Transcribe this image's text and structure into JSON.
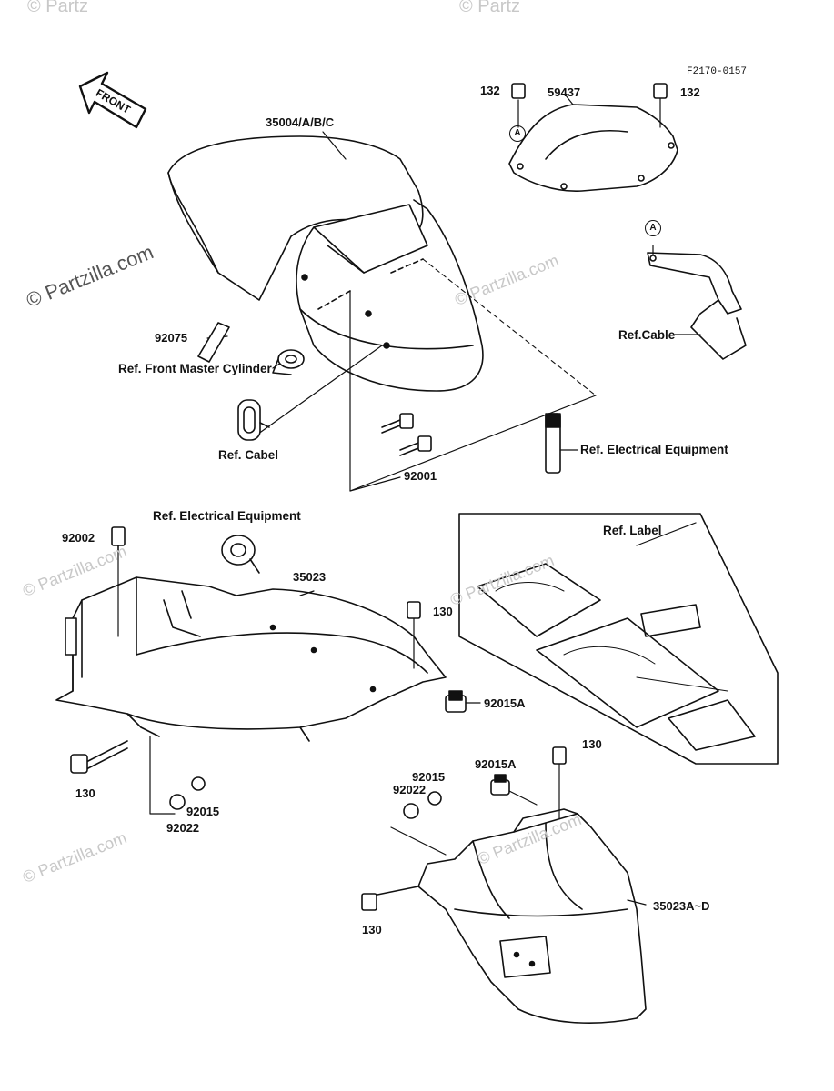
{
  "diagram": {
    "code": "F2170-0157",
    "front_arrow_label": "FRONT",
    "circle_marker": "A",
    "watermark": "© Partzilla.com",
    "watermark_top_left": "© Partz",
    "watermark_top_right": "© Partz",
    "labels": {
      "p35004": "35004/A/B/C",
      "p59437": "59437",
      "p132_left": "132",
      "p132_right": "132",
      "p92075": "92075",
      "ref_master_cyl": "Ref. Front Master Cylinder",
      "ref_cabel": "Ref. Cabel",
      "p92001": "92001",
      "ref_elec_top": "Ref. Electrical Equipment",
      "ref_cable": "Ref.Cable",
      "ref_elec_mid": "Ref. Electrical Equipment",
      "p92002": "92002",
      "p35023": "35023",
      "p130_a": "130",
      "p92015A_a": "92015A",
      "ref_label": "Ref. Label",
      "p130_b": "130",
      "p92015_a": "92015",
      "p92022_a": "92022",
      "p130_c": "130",
      "p92015A_b": "92015A",
      "p92015_b": "92015",
      "p92022_b": "92022",
      "p35023A": "35023A~D",
      "p130_d": "130"
    }
  }
}
